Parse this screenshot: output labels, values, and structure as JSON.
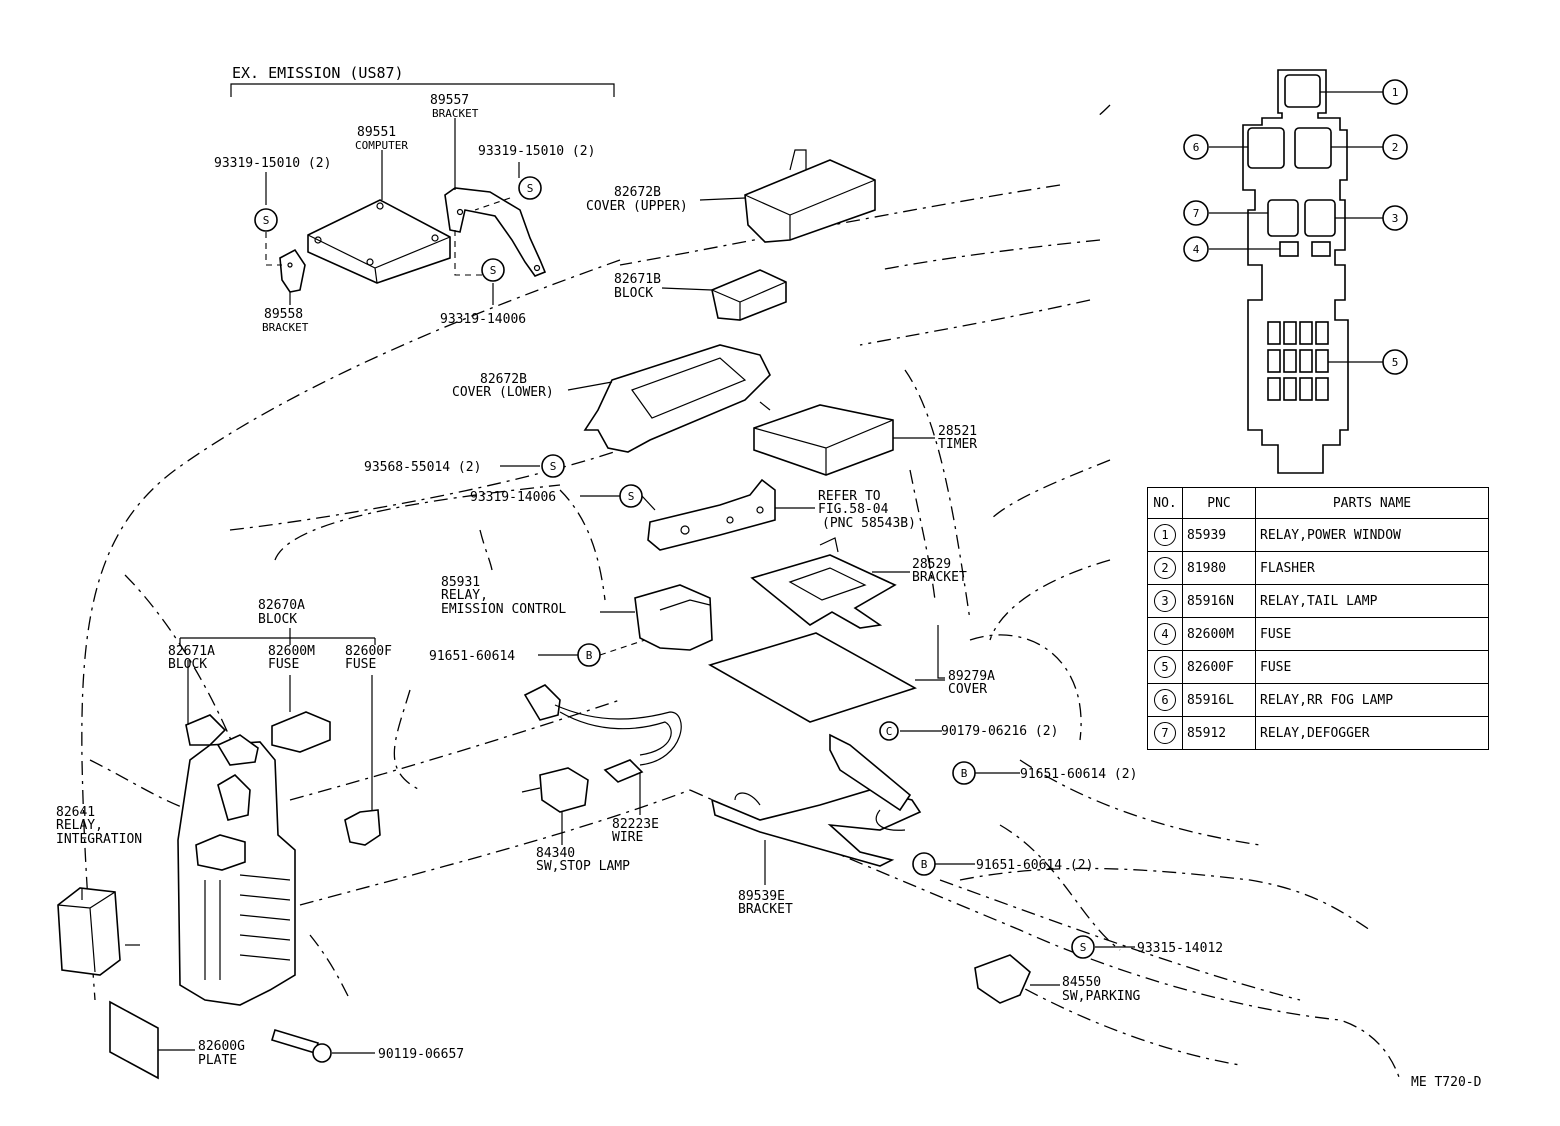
{
  "header": {
    "ex_emission": "EX. EMISSION (US87)",
    "diagram_code": "ME T720-D"
  },
  "callouts": [
    {
      "id": "c89557",
      "pnc": "89557",
      "name": "BRACKET"
    },
    {
      "id": "c89551",
      "pnc": "89551",
      "name": "COMPUTER"
    },
    {
      "id": "c93319a",
      "pnc": "93319-15010 (2)",
      "name": ""
    },
    {
      "id": "c93319b",
      "pnc": "93319-15010 (2)",
      "name": ""
    },
    {
      "id": "c89558",
      "pnc": "89558",
      "name": "BRACKET"
    },
    {
      "id": "c93319c",
      "pnc": "93319-14006",
      "name": ""
    },
    {
      "id": "c82672u",
      "pnc": "82672B",
      "name": "COVER (UPPER)"
    },
    {
      "id": "c82671b",
      "pnc": "82671B",
      "name": "BLOCK"
    },
    {
      "id": "c82672l",
      "pnc": "82672B",
      "name": "COVER (LOWER)"
    },
    {
      "id": "c28521",
      "pnc": "28521",
      "name": "TIMER"
    },
    {
      "id": "c93568",
      "pnc": "93568-55014 (2)",
      "name": ""
    },
    {
      "id": "c93319d",
      "pnc": "93319-14006",
      "name": ""
    },
    {
      "id": "crefer",
      "pnc": "REFER TO",
      "name": "FIG.58-04",
      "name2": "(PNC 58543B)"
    },
    {
      "id": "c28529",
      "pnc": "28529",
      "name": "BRACKET"
    },
    {
      "id": "c85931",
      "pnc": "85931",
      "name": "RELAY,",
      "name2": "EMISSION CONTROL"
    },
    {
      "id": "c82670a",
      "pnc": "82670A",
      "name": "BLOCK"
    },
    {
      "id": "c82671a",
      "pnc": "82671A",
      "name": "BLOCK"
    },
    {
      "id": "c82600m",
      "pnc": "82600M",
      "name": "FUSE"
    },
    {
      "id": "c82600f",
      "pnc": "82600F",
      "name": "FUSE"
    },
    {
      "id": "c91651a",
      "pnc": "91651-60614",
      "name": ""
    },
    {
      "id": "c89279a",
      "pnc": "89279A",
      "name": "COVER"
    },
    {
      "id": "c90179",
      "pnc": "90179-06216 (2)",
      "name": ""
    },
    {
      "id": "c91651b",
      "pnc": "91651-60614 (2)",
      "name": ""
    },
    {
      "id": "c91651c",
      "pnc": "91651-60614 (2)",
      "name": ""
    },
    {
      "id": "c82641",
      "pnc": "82641",
      "name": "RELAY,",
      "name2": "INTEGRATION"
    },
    {
      "id": "c82223e",
      "pnc": "82223E",
      "name": "WIRE"
    },
    {
      "id": "c84340",
      "pnc": "84340",
      "name": "SW,STOP LAMP"
    },
    {
      "id": "c89539e",
      "pnc": "89539E",
      "name": "BRACKET"
    },
    {
      "id": "c93315",
      "pnc": "93315-14012",
      "name": ""
    },
    {
      "id": "c84550",
      "pnc": "84550",
      "name": "SW,PARKING"
    },
    {
      "id": "c82600g",
      "pnc": "82600G",
      "name": "PLATE"
    },
    {
      "id": "c90119",
      "pnc": "90119-06657",
      "name": ""
    }
  ],
  "markers": {
    "s": "S",
    "b": "B",
    "c": "C"
  },
  "legend_numbers": [
    "1",
    "2",
    "3",
    "4",
    "5",
    "6",
    "7"
  ],
  "table": {
    "headers": [
      "NO.",
      "PNC",
      "PARTS NAME"
    ],
    "rows": [
      {
        "no": "1",
        "pnc": "85939",
        "name": "RELAY,POWER WINDOW"
      },
      {
        "no": "2",
        "pnc": "81980",
        "name": "FLASHER"
      },
      {
        "no": "3",
        "pnc": "85916N",
        "name": "RELAY,TAIL LAMP"
      },
      {
        "no": "4",
        "pnc": "82600M",
        "name": "FUSE"
      },
      {
        "no": "5",
        "pnc": "82600F",
        "name": "FUSE"
      },
      {
        "no": "6",
        "pnc": "85916L",
        "name": "RELAY,RR FOG LAMP"
      },
      {
        "no": "7",
        "pnc": "85912",
        "name": "RELAY,DEFOGGER"
      }
    ]
  }
}
